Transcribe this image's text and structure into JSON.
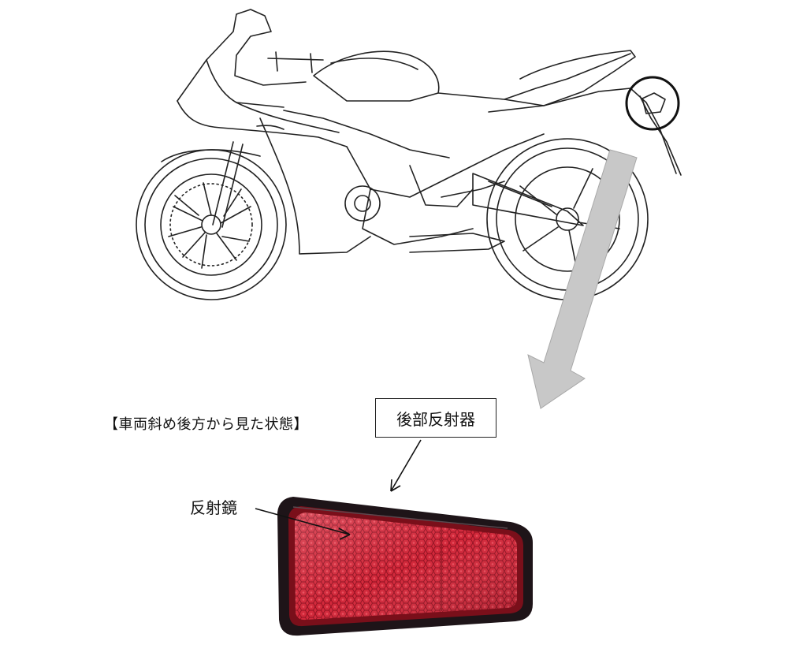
{
  "caption": "【車両斜め後方から見た状態】",
  "callout_box_label": "後部反射器",
  "part_label": "反射鏡",
  "colors": {
    "line_art": "#222222",
    "arrow_fill": "#c8c8c8",
    "reflector_red": "#c0202a",
    "reflector_dark": "#1e1418"
  },
  "icons": {
    "zoom_highlight": "circle-highlight",
    "direction_arrow": "large-gray-arrow",
    "pointer_arrow": "thin-black-arrow"
  }
}
